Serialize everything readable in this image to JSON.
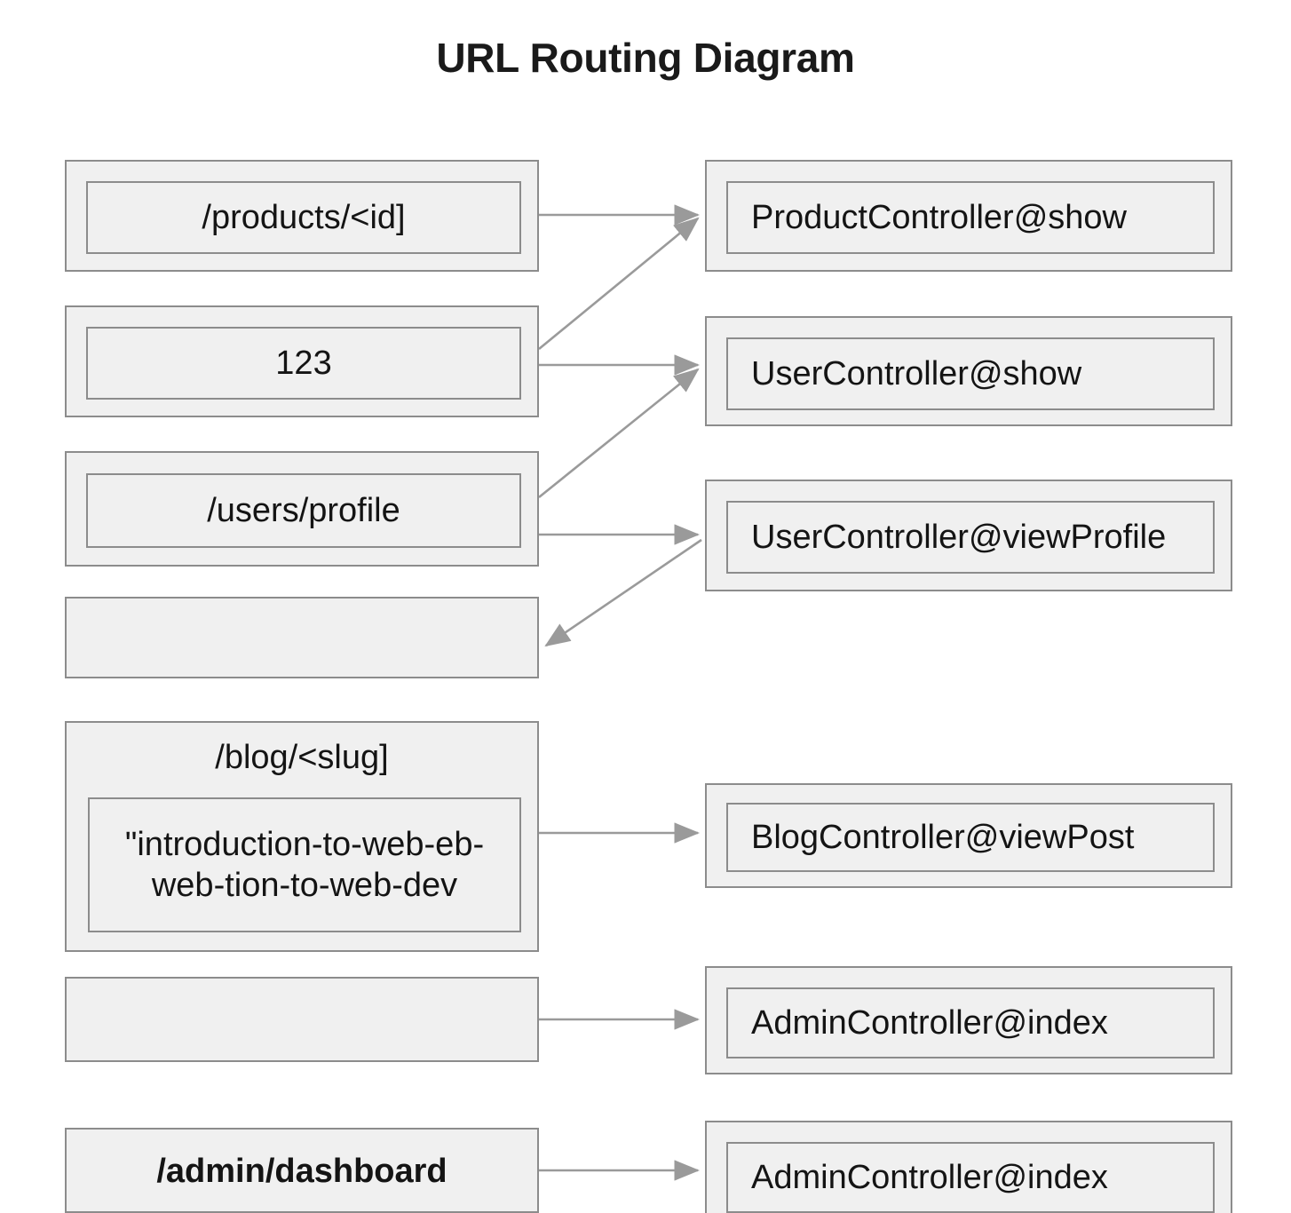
{
  "title": "URL Routing Diagram",
  "theme": {
    "background": "#ffffff",
    "node_fill": "#f0f0f0",
    "node_border": "#8c8c8c",
    "text_color": "#141414",
    "arrow_color": "#8c8c8c"
  },
  "routes": {
    "left_column_heading": "",
    "nodes": [
      {
        "id": "route-products",
        "label": "",
        "value": "/products/<id]"
      },
      {
        "id": "route-param-123",
        "label": "",
        "value": "123"
      },
      {
        "id": "route-users-profile",
        "label": "",
        "value": "/users/profile"
      },
      {
        "id": "route-empty-1",
        "label": "",
        "value": ""
      },
      {
        "id": "route-blog",
        "label": "/blog/<slug]",
        "value": "\"introduction-to-web-eb-web-tion-to-web-dev"
      },
      {
        "id": "route-empty-2",
        "label": "",
        "value": ""
      },
      {
        "id": "route-admin-dashboard",
        "label": "",
        "value": "/admin/dashboard"
      }
    ]
  },
  "handlers": {
    "nodes": [
      {
        "id": "handler-product-show",
        "value": "ProductController@show"
      },
      {
        "id": "handler-user-show",
        "value": "UserController@show"
      },
      {
        "id": "handler-user-viewprofile",
        "value": "UserController@viewProfile"
      },
      {
        "id": "handler-blog-viewpost",
        "value": "BlogController@viewPost"
      },
      {
        "id": "handler-admin-index-1",
        "value": "AdminController@index"
      },
      {
        "id": "handler-admin-index-2",
        "value": "AdminController@index"
      }
    ]
  },
  "connections": [
    {
      "id": "edge-products-to-productshow",
      "from": "route-products",
      "to": "handler-product-show",
      "kind": "straight"
    },
    {
      "id": "edge-123-to-productshow",
      "from": "route-param-123",
      "to": "handler-product-show",
      "kind": "diagonal-up"
    },
    {
      "id": "edge-123-to-usershow",
      "from": "route-param-123",
      "to": "handler-user-show",
      "kind": "straight"
    },
    {
      "id": "edge-usersprofile-to-usershow",
      "from": "route-users-profile",
      "to": "handler-user-show",
      "kind": "diagonal-up"
    },
    {
      "id": "edge-usersprofile-to-viewprofile",
      "from": "route-users-profile",
      "to": "handler-user-viewprofile",
      "kind": "straight"
    },
    {
      "id": "edge-viewprofile-to-empty",
      "from": "handler-user-viewprofile",
      "to": "route-empty-1",
      "kind": "diagonal-down"
    },
    {
      "id": "edge-blog-to-viewpost",
      "from": "route-blog",
      "to": "handler-blog-viewpost",
      "kind": "straight"
    },
    {
      "id": "edge-empty2-to-adminindex",
      "from": "route-empty-2",
      "to": "handler-admin-index-1",
      "kind": "straight"
    },
    {
      "id": "edge-admindashboard-to-adminindex",
      "from": "route-admin-dashboard",
      "to": "handler-admin-index-2",
      "kind": "straight"
    }
  ]
}
